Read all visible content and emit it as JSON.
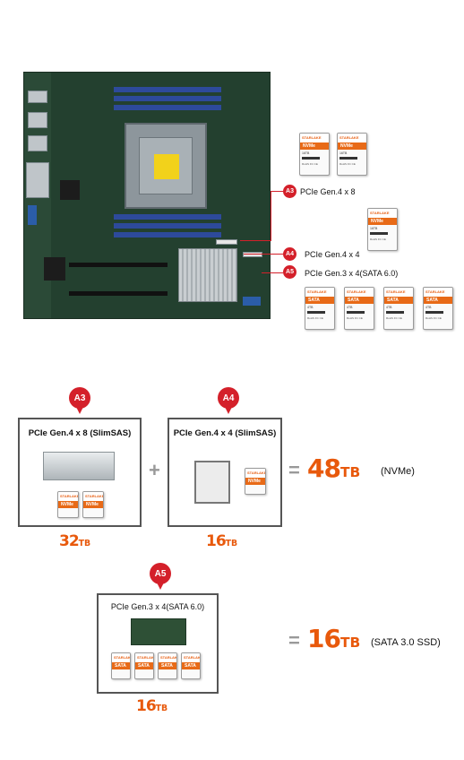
{
  "callouts": [
    {
      "id": "A3",
      "label": "PCIe Gen.4  x 8"
    },
    {
      "id": "A4",
      "label": "PCIe Gen.4 x 4"
    },
    {
      "id": "A5",
      "label": "PCIe Gen.3 x 4(SATA 6.0)"
    }
  ],
  "ssd": {
    "brand": "STARLAKE",
    "nvme_type": "NVMe",
    "sata_type": "SATA",
    "nvme_capacity": "16TB",
    "sata_capacity": "4TB",
    "foot": "RoHS FC CE"
  },
  "config": {
    "a3": {
      "badge": "A3",
      "title": "PCIe Gen.4 x 8 (SlimSAS)",
      "capacity_num": "32",
      "capacity_unit": "TB"
    },
    "a4": {
      "badge": "A4",
      "title": "PCIe Gen.4 x 4 (SlimSAS)",
      "capacity_num": "16",
      "capacity_unit": "TB"
    },
    "a5": {
      "badge": "A5",
      "title": "PCIe Gen.3 x 4(SATA 6.0)",
      "capacity_num": "16",
      "capacity_unit": "TB"
    },
    "plus": "+",
    "equals": "=",
    "nvme_total": {
      "num": "48",
      "unit": "TB",
      "note": "(NVMe)"
    },
    "sata_total": {
      "num": "16",
      "unit": "TB",
      "note": "(SATA 3.0 SSD)"
    }
  },
  "colors": {
    "accent": "#e8590c",
    "callout_red": "#d4202a",
    "board_green": "#23402f",
    "dimm_blue": "#2d4a9b"
  }
}
